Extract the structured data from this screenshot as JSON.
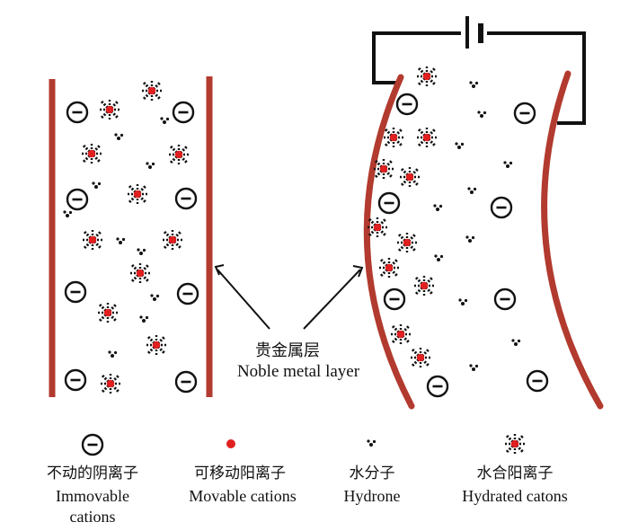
{
  "colors": {
    "electrode": "#b23a2e",
    "cation_dot": "#e02020",
    "ink": "#111111",
    "background": "#ffffff"
  },
  "callout": {
    "label_cn": "贵金属层",
    "label_en": "Noble metal layer"
  },
  "legend": {
    "anion": {
      "icon": "anion-icon",
      "label_cn": "不动的阴离子",
      "label_en_line1": "Immovable",
      "label_en_line2": "cations"
    },
    "cation": {
      "icon": "cation-dot-icon",
      "label_cn": "可移动阳离子",
      "label_en": "Movable cations"
    },
    "water": {
      "icon": "water-molecule-icon",
      "label_cn": "水分子",
      "label_en": "Hydrone"
    },
    "hydrated": {
      "icon": "hydrated-cation-icon",
      "label_cn": "水合阳离子",
      "label_en": "Hydrated catons"
    }
  },
  "panels": {
    "left": "unbiased-actuator",
    "right": "biased-actuator-with-battery"
  }
}
